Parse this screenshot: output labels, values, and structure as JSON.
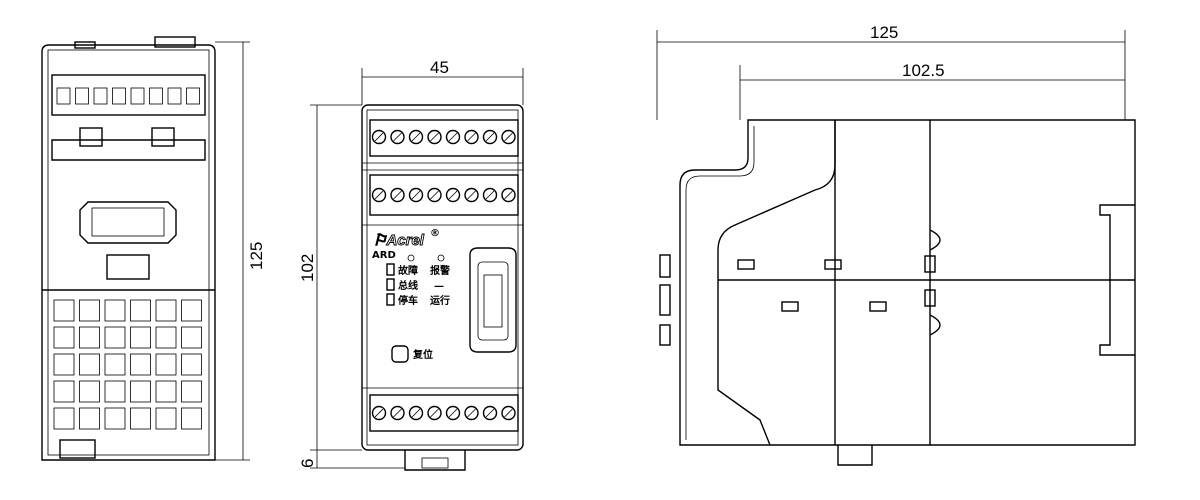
{
  "dimensions": {
    "left_height": "125",
    "front_width": "45",
    "front_height": "102",
    "front_rail": "6",
    "side_total": "125",
    "side_inner": "102.5"
  },
  "front_panel": {
    "brand": "Acrel",
    "model": "ARD",
    "indicators": [
      {
        "left": "故障",
        "right": "报警"
      },
      {
        "left": "总线",
        "right": "—"
      },
      {
        "left": "停车",
        "right": "运行"
      }
    ],
    "reset_label": "复位"
  },
  "colors": {
    "line": "#000000",
    "background": "#ffffff"
  }
}
